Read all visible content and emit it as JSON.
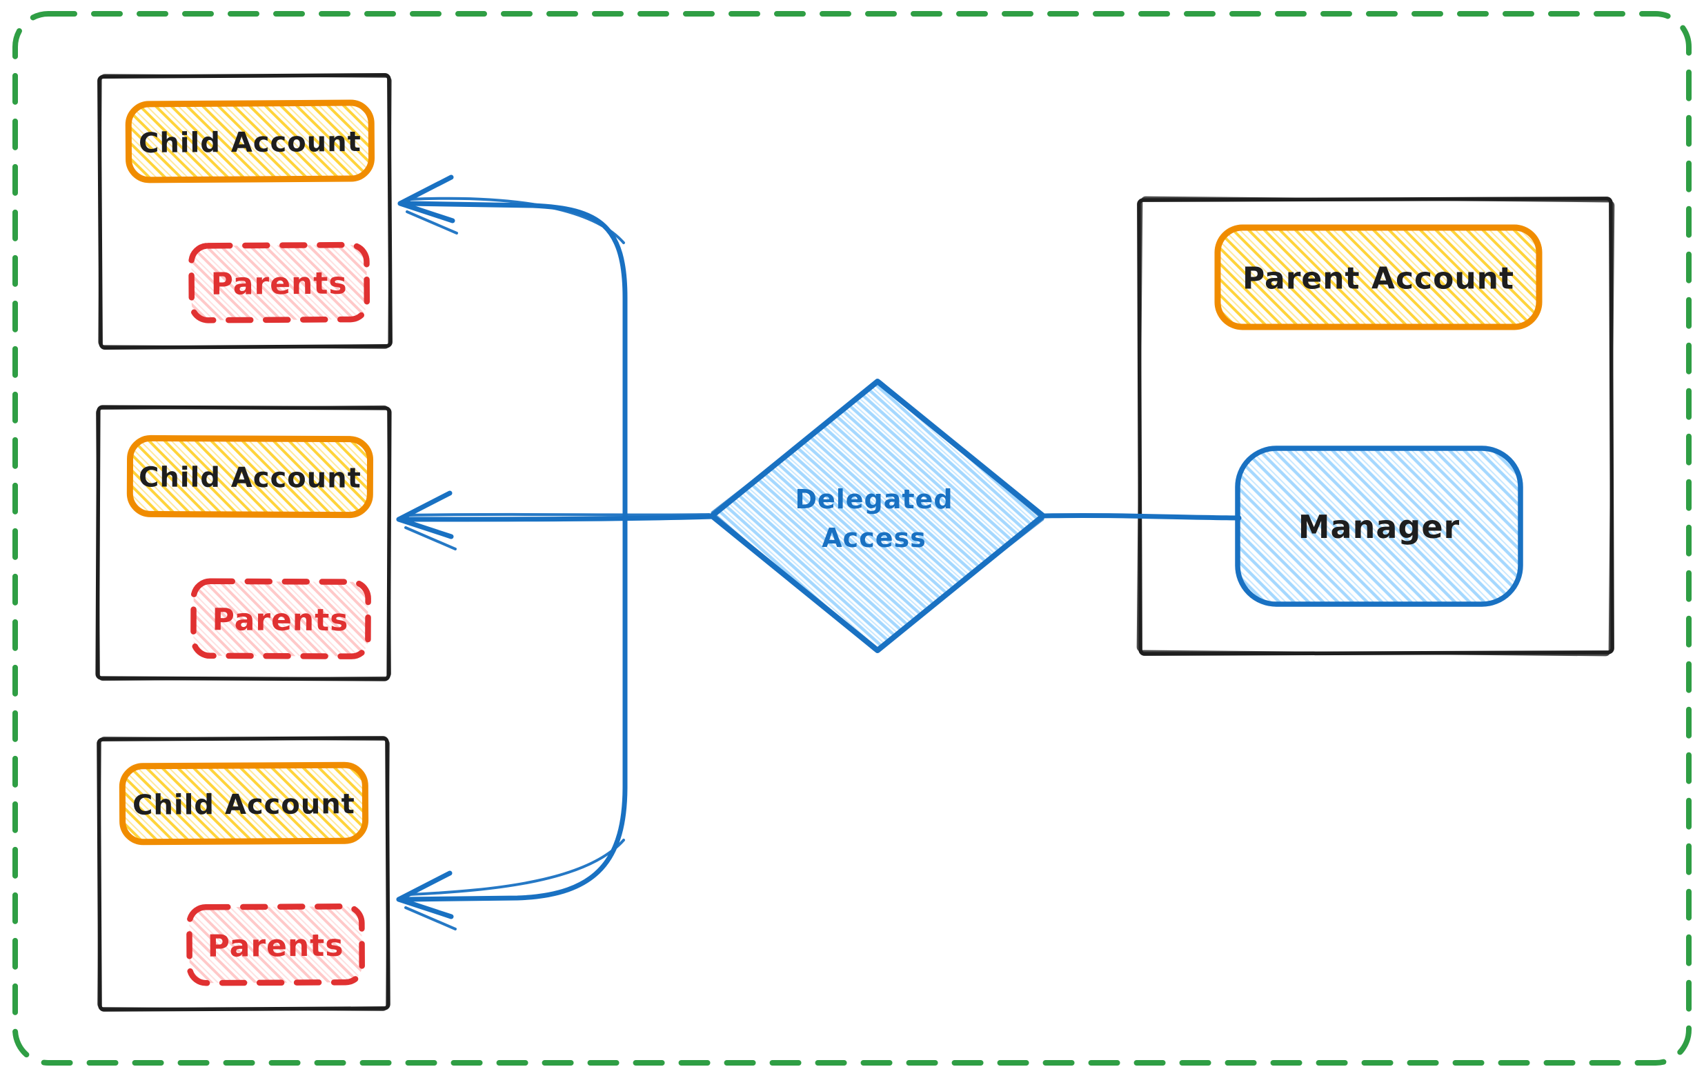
{
  "child_boxes": [
    {
      "title": "Child Account",
      "badge": "Parents"
    },
    {
      "title": "Child Account",
      "badge": "Parents"
    },
    {
      "title": "Child Account",
      "badge": "Parents"
    }
  ],
  "parent_box": {
    "title": "Parent Account",
    "manager_label": "Manager"
  },
  "decision": {
    "line1": "Delegated",
    "line2": "Access"
  },
  "colors": {
    "canvas_border": "#2f9e44",
    "box_outline": "#1e1e1e",
    "account_pill_stroke": "#f08c00",
    "account_pill_fill": "#ffd43b",
    "parents_stroke": "#e03131",
    "parents_fill": "#ffc9c9",
    "connector": "#1971c2",
    "decision_fill": "#a5d8ff",
    "text_dark": "#1e1e1e"
  }
}
